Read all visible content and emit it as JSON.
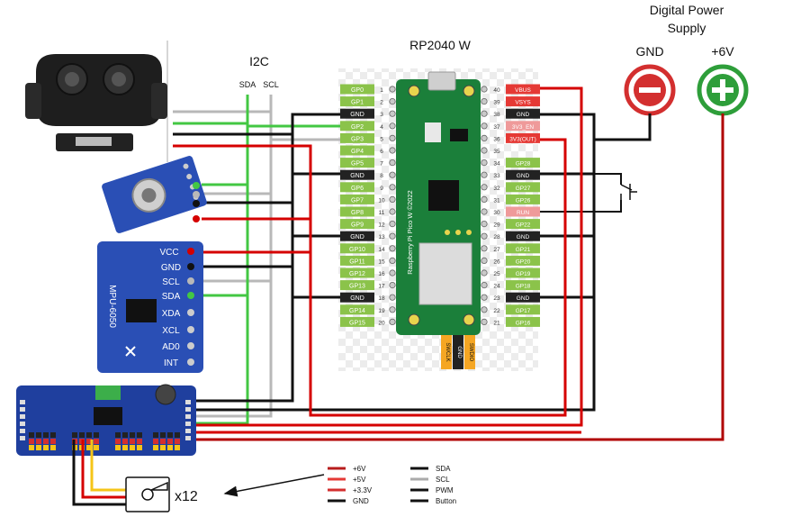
{
  "labels": {
    "supply_title_line1": "Digital Power",
    "supply_title_line2": "Supply",
    "gnd_terminal": "GND",
    "pos_terminal": "+6V",
    "i2c": "I2C",
    "sda": "SDA",
    "scl": "SCL",
    "board_title": "RP2040 W",
    "servo_count": "x12",
    "board_silk": "Raspberry Pi Pico W ©2022",
    "swclk": "SWCLK",
    "swgnd": "GND",
    "swdio": "SWDIO",
    "module_vcc": "VCC",
    "module_gnd": "GND",
    "module_scl": "SCL",
    "module_sda": "SDA",
    "module_xda": "XDA",
    "module_xcl": "XCL",
    "module_ado": "AD0",
    "module_int": "INT",
    "module_name": "MPU-6050"
  },
  "pins_left": [
    {
      "num": "1",
      "label": "GP0",
      "kind": "gpio"
    },
    {
      "num": "2",
      "label": "GP1",
      "kind": "gpio"
    },
    {
      "num": "3",
      "label": "GND",
      "kind": "gnd"
    },
    {
      "num": "4",
      "label": "GP2",
      "kind": "gpio"
    },
    {
      "num": "5",
      "label": "GP3",
      "kind": "gpio"
    },
    {
      "num": "6",
      "label": "GP4",
      "kind": "gpio"
    },
    {
      "num": "7",
      "label": "GP5",
      "kind": "gpio"
    },
    {
      "num": "8",
      "label": "GND",
      "kind": "gnd"
    },
    {
      "num": "9",
      "label": "GP6",
      "kind": "gpio"
    },
    {
      "num": "10",
      "label": "GP7",
      "kind": "gpio"
    },
    {
      "num": "11",
      "label": "GP8",
      "kind": "gpio"
    },
    {
      "num": "12",
      "label": "GP9",
      "kind": "gpio"
    },
    {
      "num": "13",
      "label": "GND",
      "kind": "gnd"
    },
    {
      "num": "14",
      "label": "GP10",
      "kind": "gpio"
    },
    {
      "num": "15",
      "label": "GP11",
      "kind": "gpio"
    },
    {
      "num": "16",
      "label": "GP12",
      "kind": "gpio"
    },
    {
      "num": "17",
      "label": "GP13",
      "kind": "gpio"
    },
    {
      "num": "18",
      "label": "GND",
      "kind": "gnd"
    },
    {
      "num": "19",
      "label": "GP14",
      "kind": "gpio"
    },
    {
      "num": "20",
      "label": "GP15",
      "kind": "gpio"
    }
  ],
  "pins_right": [
    {
      "num": "40",
      "label": "VBUS",
      "kind": "power"
    },
    {
      "num": "39",
      "label": "VSYS",
      "kind": "power"
    },
    {
      "num": "38",
      "label": "GND",
      "kind": "gnd"
    },
    {
      "num": "37",
      "label": "3V3_EN",
      "kind": "ctrl"
    },
    {
      "num": "36",
      "label": "3V3(OUT)",
      "kind": "power"
    },
    {
      "num": "35",
      "label": "",
      "kind": "none"
    },
    {
      "num": "34",
      "label": "GP28",
      "kind": "gpio"
    },
    {
      "num": "33",
      "label": "GND",
      "kind": "gnd"
    },
    {
      "num": "32",
      "label": "GP27",
      "kind": "gpio"
    },
    {
      "num": "31",
      "label": "GP26",
      "kind": "gpio"
    },
    {
      "num": "30",
      "label": "RUN",
      "kind": "ctrl"
    },
    {
      "num": "29",
      "label": "GP22",
      "kind": "gpio"
    },
    {
      "num": "28",
      "label": "GND",
      "kind": "gnd"
    },
    {
      "num": "27",
      "label": "GP21",
      "kind": "gpio"
    },
    {
      "num": "26",
      "label": "GP20",
      "kind": "gpio"
    },
    {
      "num": "25",
      "label": "GP19",
      "kind": "gpio"
    },
    {
      "num": "24",
      "label": "GP18",
      "kind": "gpio"
    },
    {
      "num": "23",
      "label": "GND",
      "kind": "gnd"
    },
    {
      "num": "22",
      "label": "GP17",
      "kind": "gpio"
    },
    {
      "num": "21",
      "label": "GP16",
      "kind": "gpio"
    }
  ],
  "legend": [
    {
      "label": "+6V",
      "color": "#b71c1c"
    },
    {
      "label": "+5V",
      "color": "#e53935"
    },
    {
      "label": "+3.3V",
      "color": "#d32f2f"
    },
    {
      "label": "GND",
      "color": "#111111"
    },
    {
      "label": "SDA",
      "color": "#111111"
    },
    {
      "label": "SCL",
      "color": "#aaaaaa"
    },
    {
      "label": "PWM",
      "color": "#111111"
    },
    {
      "label": "Button",
      "color": "#111111"
    }
  ],
  "colors": {
    "gpio": "#8bc34a",
    "gnd": "#222222",
    "power": "#e53935",
    "ctrl": "#ef9a9a",
    "board": "#1b7f3a",
    "wire_green": "#43c743",
    "wire_gray": "#b8b8b8",
    "wire_red": "#d50000",
    "wire_black": "#111111",
    "wire_darkred": "#b00000",
    "minus": "#d32f2f",
    "plus": "#2e9e3a"
  }
}
